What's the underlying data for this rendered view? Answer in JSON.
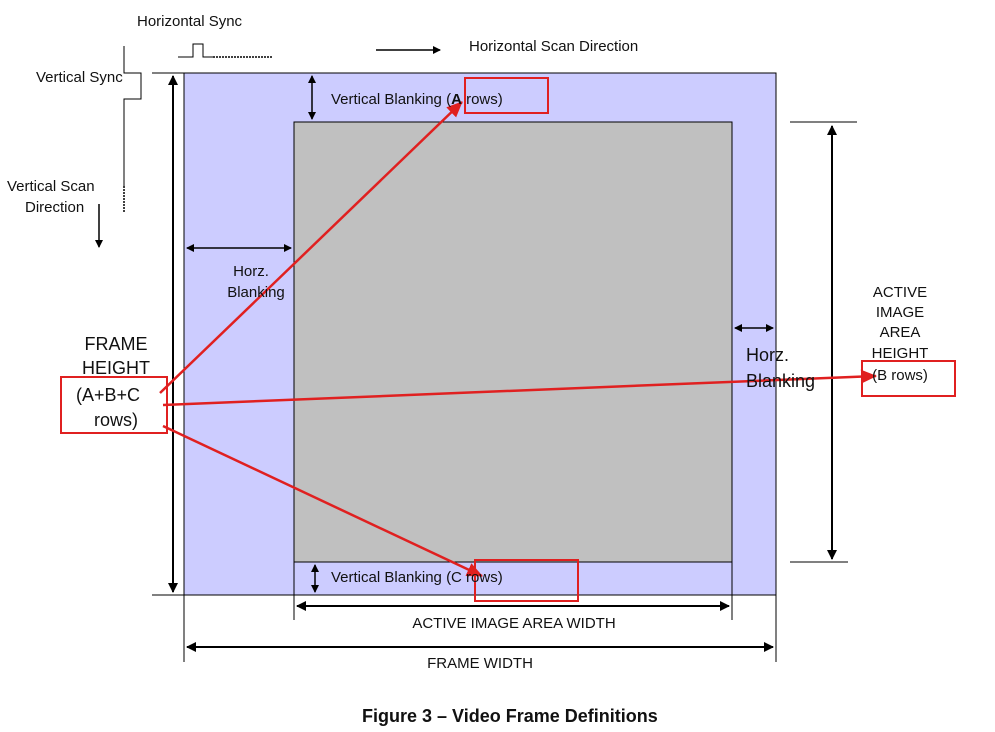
{
  "labels": {
    "horizontal_sync": "Horizontal Sync",
    "horizontal_scan_direction": "Horizontal Scan Direction",
    "vertical_sync": "Vertical Sync",
    "vertical_scan_line1": "Vertical Scan",
    "vertical_scan_line2": "Direction",
    "vertical_blanking_a_prefix": "Vertical Blanking (",
    "vertical_blanking_a_bold": "A",
    "vertical_blanking_a_suffix": " rows)",
    "horz_blanking_left_line1": "Horz.",
    "horz_blanking_left_line2": "Blanking",
    "horz_blanking_right_line1": "Horz.",
    "horz_blanking_right_line2": "Blanking",
    "frame_height_line1": "FRAME",
    "frame_height_line2": "HEIGHT",
    "frame_height_line3": "(A+B+C",
    "frame_height_line4": "rows)",
    "active_height_line1": "ACTIVE",
    "active_height_line2": "IMAGE",
    "active_height_line3": "AREA",
    "active_height_line4": "HEIGHT",
    "active_height_line5": "(B rows)",
    "vertical_blanking_c": "Vertical Blanking (C rows)",
    "active_image_area_width": "ACTIVE IMAGE AREA WIDTH",
    "frame_width": "FRAME WIDTH"
  },
  "caption": "Figure 3 – Video Frame Definitions",
  "colors": {
    "blanking_fill": "#ccccff",
    "active_fill": "#c0c0c0",
    "highlight": "#e02020",
    "line": "#000000"
  }
}
